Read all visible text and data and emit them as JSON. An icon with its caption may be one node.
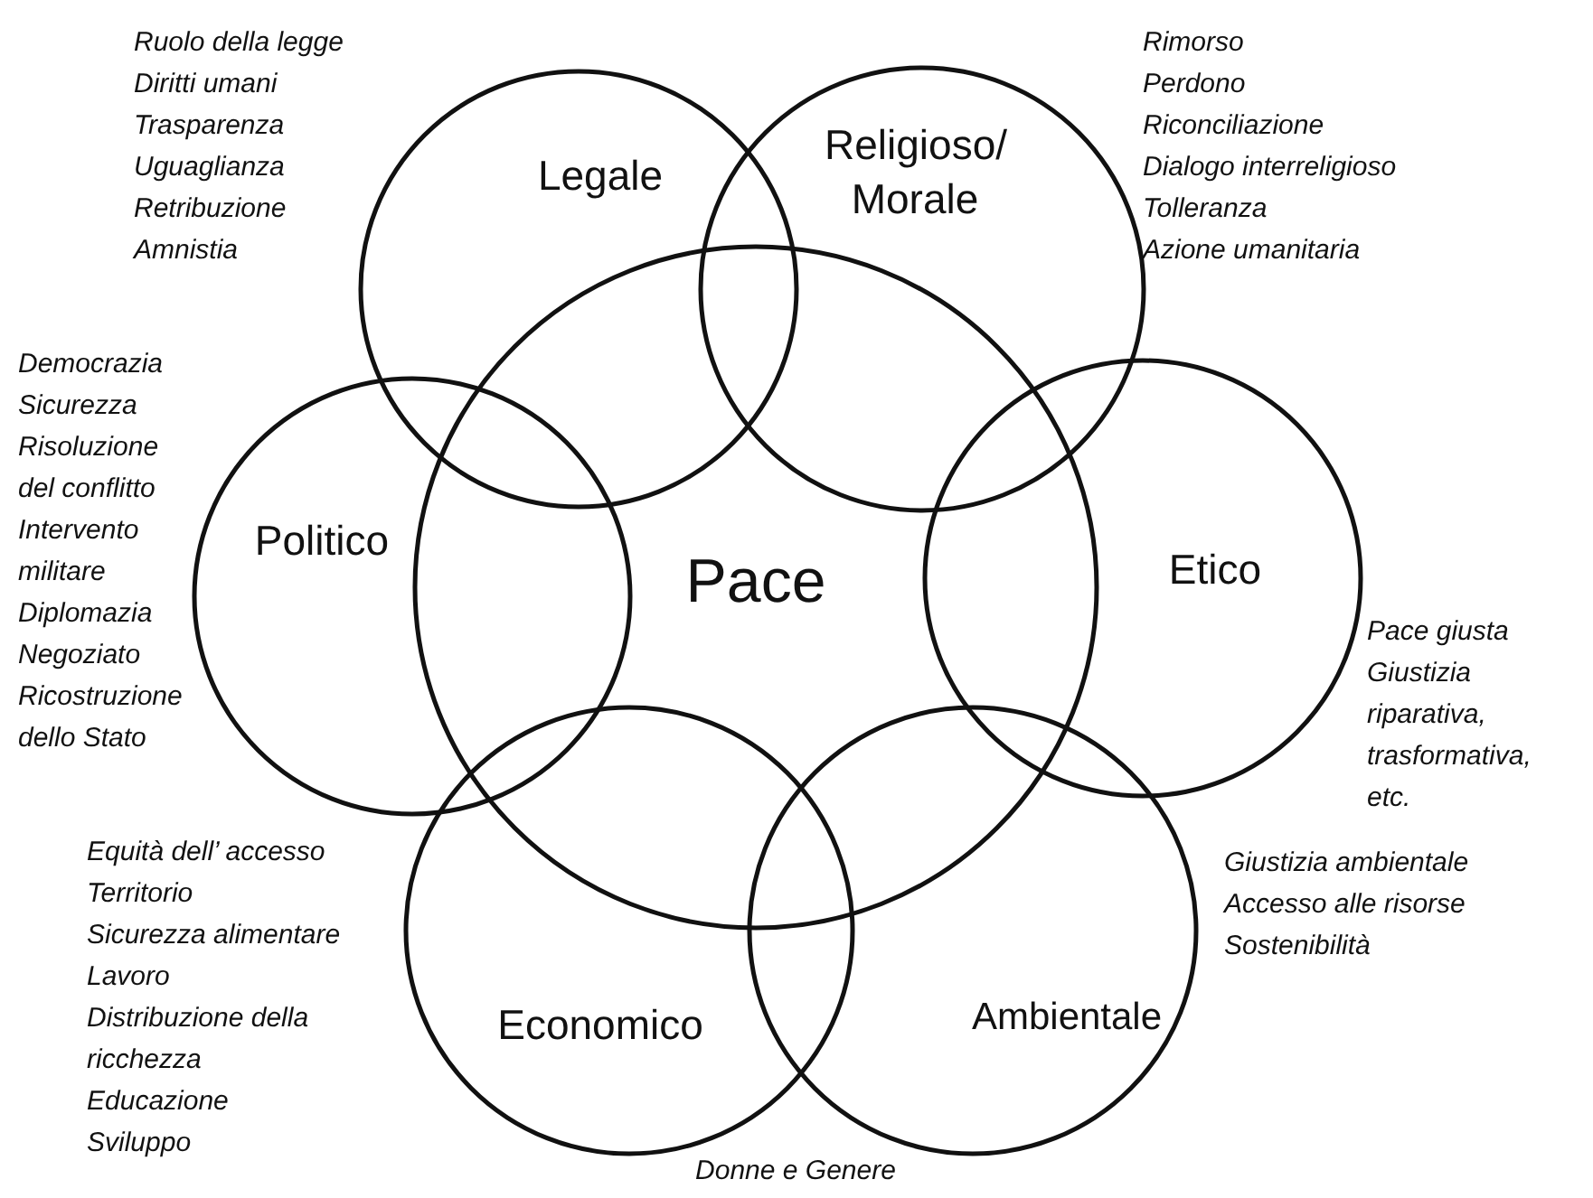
{
  "diagram": {
    "nodes": [
      {
        "text": [
          "Pace"
        ]
      },
      {
        "text": [
          "Legale"
        ],
        "beside": [
          "Ruolo della legge",
          "Diritti umani",
          "Trasparenza",
          "Uguaglianza",
          "Retribuzione",
          "Amnistia"
        ]
      },
      {
        "text": [
          "Religioso/ Morale"
        ],
        "beside": [
          "Rimorso",
          "Perdono",
          "Riconciliazione",
          "Dialogo interreligioso",
          "Tolleranza",
          "Azione umanitaria"
        ]
      },
      {
        "text": [
          "Politico"
        ],
        "beside": [
          "Democrazia",
          "Sicurezza",
          "Risoluzione del conflitto",
          "Intervento militare",
          "Diplomazia",
          "Negoziato",
          "Ricostruzione dello Stato"
        ]
      },
      {
        "text": [
          "Etico"
        ],
        "beside": [
          "Pace giusta",
          "Giustizia riparativa, trasformativa, etc."
        ]
      },
      {
        "text": [
          "Economico"
        ],
        "beside": [
          "Equità dell’ accesso",
          "Territorio",
          "Sicurezza alimentare",
          "Lavoro",
          "Distribuzione della ricchezza",
          "Educazione",
          "Sviluppo"
        ]
      },
      {
        "text": [
          "Ambientale"
        ],
        "beside": [
          "Giustizia ambientale",
          "Accesso alle risorse",
          "Sostenibilità"
        ]
      }
    ],
    "labels": [
      "Donne e Genere"
    ]
  }
}
